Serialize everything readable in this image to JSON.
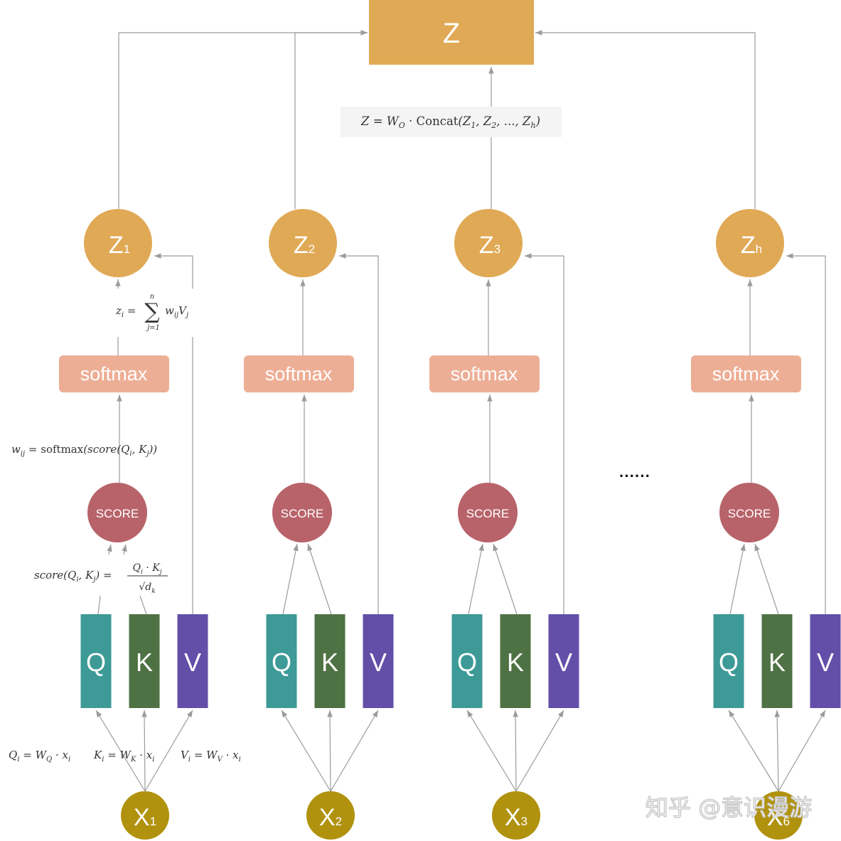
{
  "colors": {
    "z_box": "#E0A955",
    "z_circle": "#E0A955",
    "softmax": "#EDAE96",
    "score": "#B8636A",
    "q": "#3D9A97",
    "k": "#4E7243",
    "v": "#634FA8",
    "x": "#B0920F",
    "arrow": "#9b9b9b",
    "formula_bg": "#f4f4f4"
  },
  "output": {
    "label": "Z"
  },
  "concat_formula": "Z = W_O · Concat(Z_1, Z_2, ..., Z_h)",
  "ellipsis": "······",
  "watermark": "知乎 @意识漫游",
  "heads": [
    {
      "z_main": "Z",
      "z_sub": "1",
      "softmax": "softmax",
      "score": "SCORE",
      "q": "Q",
      "k": "K",
      "v": "V",
      "x_main": "X",
      "x_sub": "1"
    },
    {
      "z_main": "Z",
      "z_sub": "2",
      "softmax": "softmax",
      "score": "SCORE",
      "q": "Q",
      "k": "K",
      "v": "V",
      "x_main": "X",
      "x_sub": "2"
    },
    {
      "z_main": "Z",
      "z_sub": "3",
      "softmax": "softmax",
      "score": "SCORE",
      "q": "Q",
      "k": "K",
      "v": "V",
      "x_main": "X",
      "x_sub": "3"
    },
    {
      "z_main": "Z",
      "z_sub": "h",
      "softmax": "softmax",
      "score": "SCORE",
      "q": "Q",
      "k": "K",
      "v": "V",
      "x_main": "X",
      "x_sub": "6"
    }
  ],
  "formulas": {
    "zi": "z_i = Σ_{j=1}^{n} w_ij V_j",
    "wij": "w_ij = softmax(score(Q_i, K_j))",
    "score": "score(Q_i, K_j) = (Q_i · K_j) / √d_k",
    "q": "Q_i = W_Q · x_i",
    "k": "K_i = W_K · x_i",
    "v": "V_i = W_V · x_i"
  }
}
